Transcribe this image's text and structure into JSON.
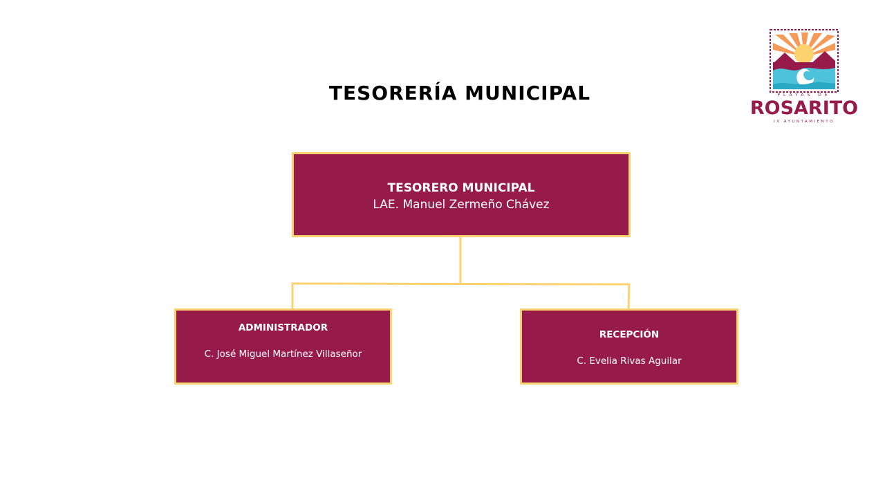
{
  "title": "TESORERÍA MUNICIPAL",
  "logo": {
    "top_text": "PLAYAS DE",
    "name": "ROSARITO",
    "subtitle": "IX AYUNTAMIENTO"
  },
  "org_chart": {
    "head": {
      "role": "TESORERO MUNICIPAL",
      "person": "LAE. Manuel Zermeño Chávez"
    },
    "subordinates": [
      {
        "role": "ADMINISTRADOR",
        "person": "C. José Miguel Martínez Villaseñor"
      },
      {
        "role": "RECEPCIÓN",
        "person": "C. Evelia Rivas Aguilar"
      }
    ]
  },
  "colors": {
    "box_fill": "#961a4a",
    "box_border": "#fcd26e",
    "connector": "#fcd26e",
    "brand": "#961a4a"
  }
}
